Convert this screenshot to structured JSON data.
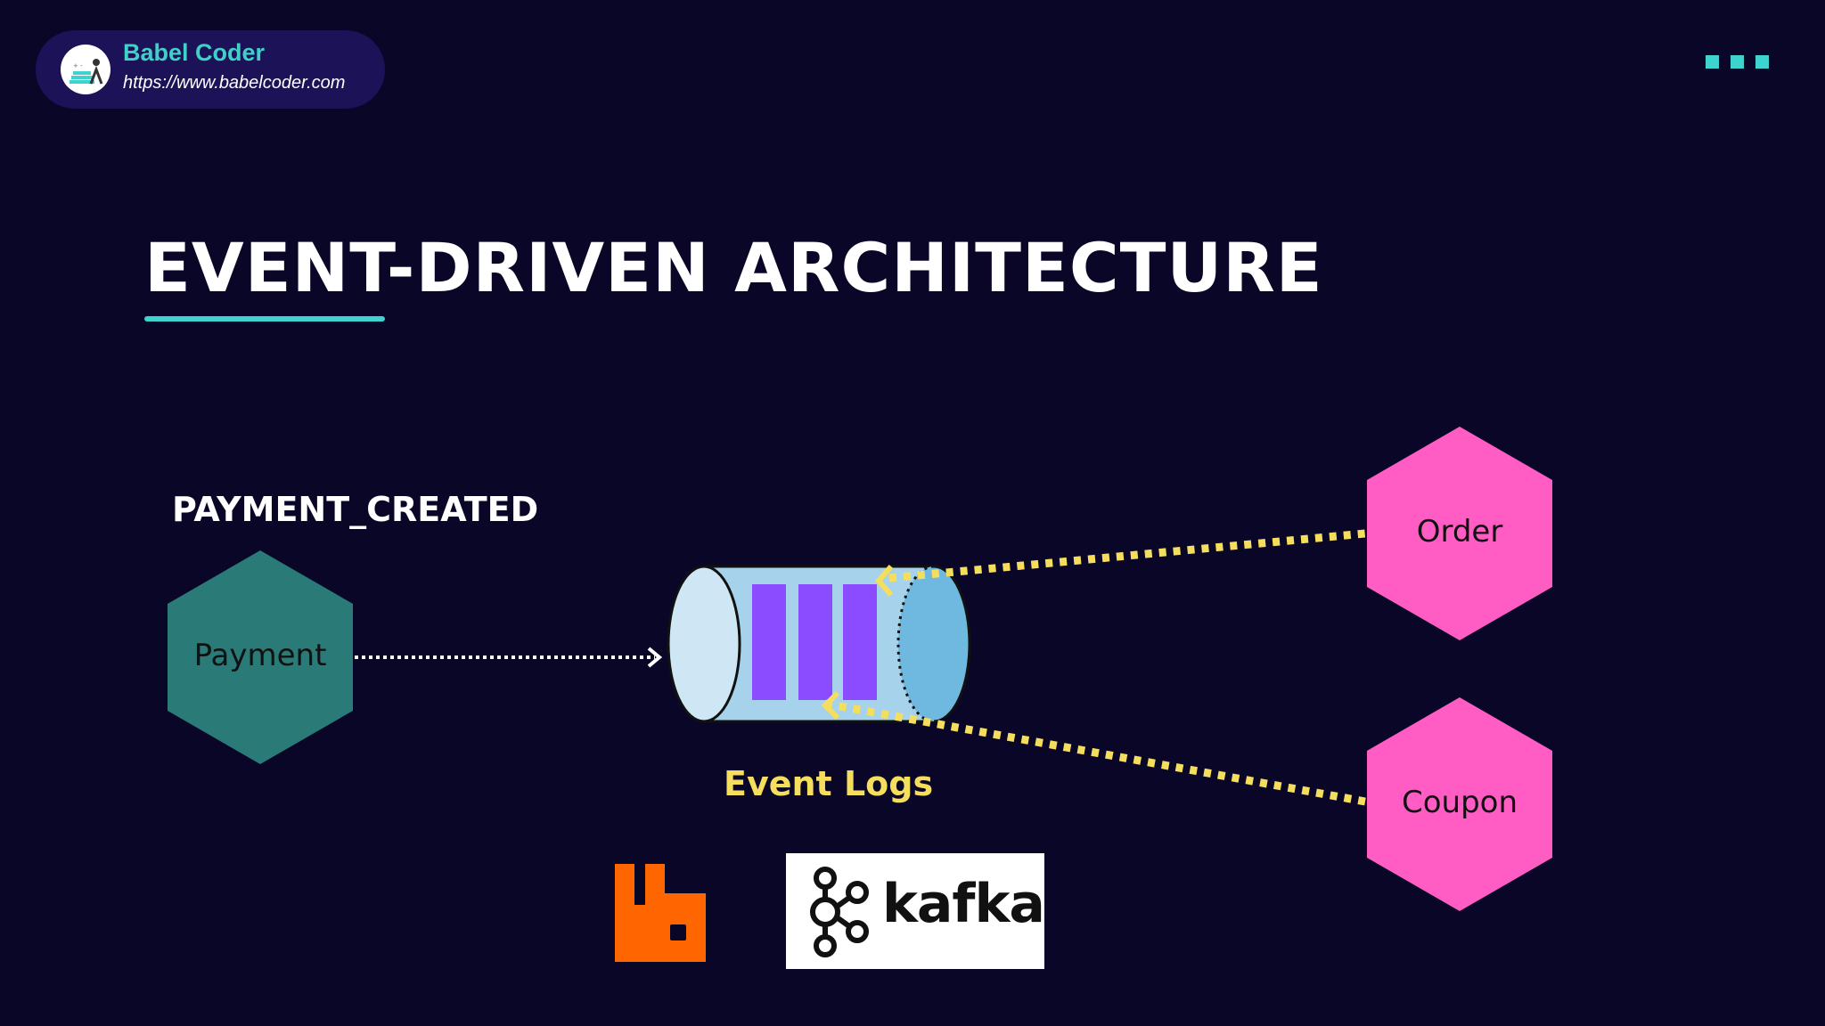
{
  "brand": {
    "name": "Babel Coder",
    "url": "https://www.babelcoder.com"
  },
  "slide": {
    "title": "EVENT-DRIVEN ARCHITECTURE"
  },
  "diagram": {
    "event_name": "PAYMENT_CREATED",
    "producer": "Payment",
    "consumers": [
      "Order",
      "Coupon"
    ],
    "log_caption": "Event Logs",
    "colors": {
      "producer": "#2a7a78",
      "consumer": "#ff5dc3",
      "event_log": "#8b4cff",
      "cylinder_front": "#cfe7f5",
      "cylinder_body": "#a6d2eb",
      "cylinder_back": "#6fb8df",
      "connector": "#f5de5d"
    }
  },
  "logos": {
    "rabbitmq": "rabbitmq-logo",
    "kafka": "kafka"
  }
}
